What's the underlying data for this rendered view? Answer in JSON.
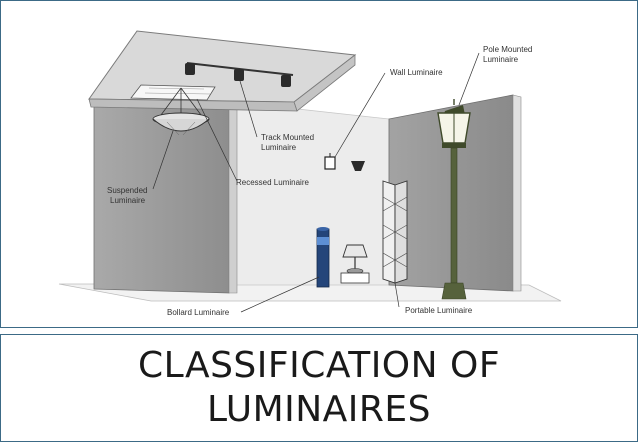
{
  "slide": {
    "title_line_1": "CLASSIFICATION OF",
    "title_line_2": "LUMINAIRES"
  },
  "diagram": {
    "labels": {
      "pole_mounted_1": "Pole Mounted",
      "pole_mounted_2": "Luminaire",
      "wall": "Wall Luminaire",
      "track_mounted_1": "Track Mounted",
      "track_mounted_2": "Luminaire",
      "recessed": "Recessed Luminaire",
      "suspended_1": "Suspended",
      "suspended_2": "Luminaire",
      "bollard": "Bollard Luminaire",
      "portable": "Portable Luminaire"
    }
  },
  "colors": {
    "frame_border": "#3c6a86",
    "wall_gray": "#9e9e9e",
    "wall_light": "#e6e6e6",
    "pole_green": "#56623c",
    "bollard_blue": "#24457a"
  }
}
